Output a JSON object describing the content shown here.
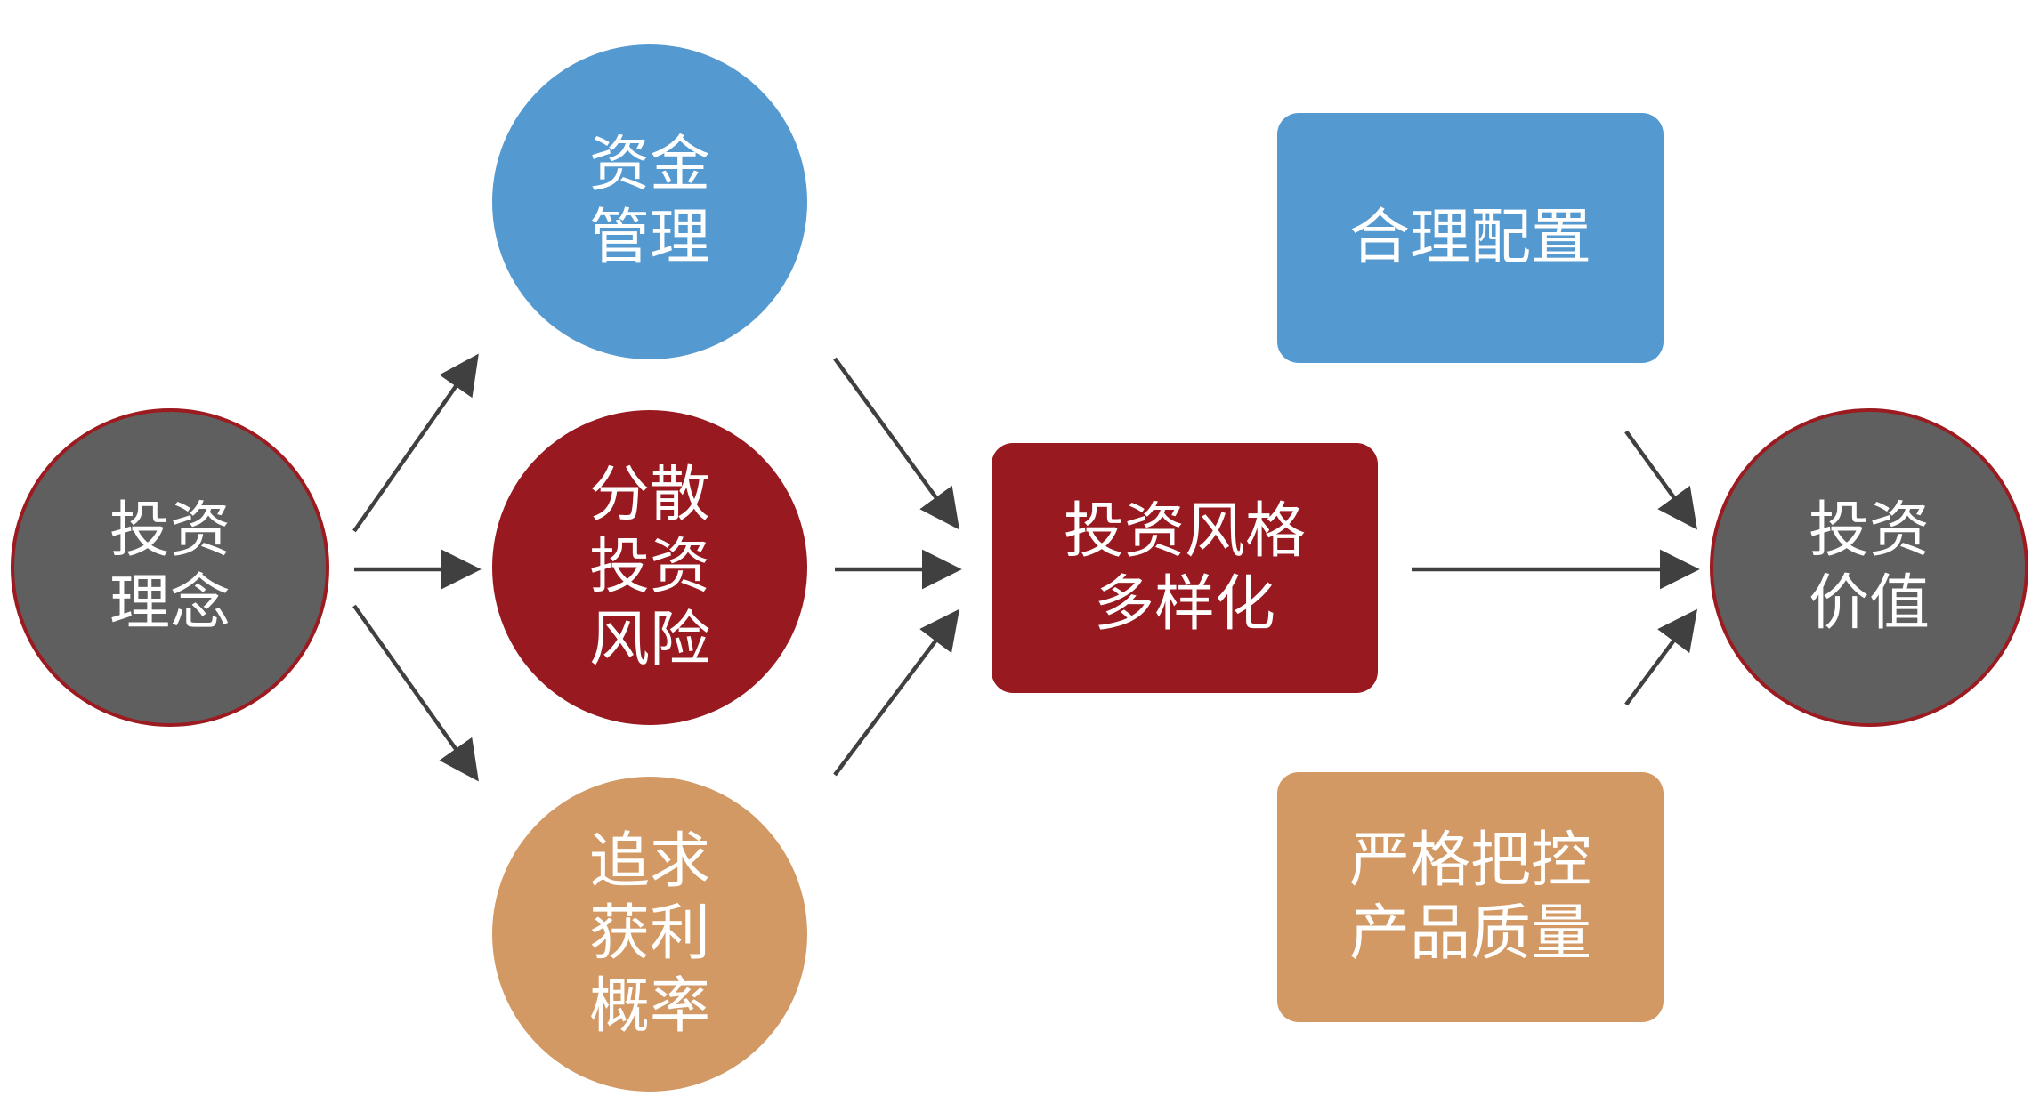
{
  "colors": {
    "gray": "#5f5f5f",
    "dark_red": "#98191f",
    "blue": "#5599d1",
    "tan": "#d29965",
    "ring_red": "#9b1b20",
    "arrow": "#404040"
  },
  "nodes": {
    "investment_philosophy": {
      "lines": [
        "投资",
        "理念"
      ]
    },
    "fund_management": {
      "lines": [
        "资金",
        "管理"
      ]
    },
    "diversify_risk": {
      "lines": [
        "分散",
        "投资",
        "风险"
      ]
    },
    "profit_probability": {
      "lines": [
        "追求",
        "获利",
        "概率"
      ]
    },
    "diversified_style": {
      "lines": [
        "投资风格",
        "多样化"
      ]
    },
    "rational_allocation": {
      "lines": [
        "合理配置"
      ]
    },
    "quality_control": {
      "lines": [
        "严格把控",
        "产品质量"
      ]
    },
    "investment_value": {
      "lines": [
        "投资",
        "价值"
      ]
    }
  }
}
